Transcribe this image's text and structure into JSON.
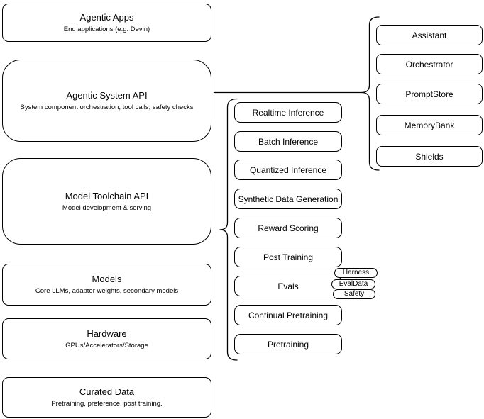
{
  "colors": {
    "stroke": "#000000",
    "canvas_background": "#ffffff",
    "node_fill": "#ffffff",
    "text": "#000000"
  },
  "layers": [
    {
      "title": "Agentic Apps",
      "subtitle": "End applications (e.g. Devin)"
    },
    {
      "title": "Agentic System API",
      "subtitle": "System component orchestration, tool calls, safety checks"
    },
    {
      "title": "Model Toolchain API",
      "subtitle": "Model development & serving"
    },
    {
      "title": "Models",
      "subtitle": "Core LLMs, adapter weights, secondary models"
    },
    {
      "title": "Hardware",
      "subtitle": "GPUs/Accelerators/Storage"
    },
    {
      "title": "Curated Data",
      "subtitle": "Pretraining, preference, post training."
    }
  ],
  "toolchain_components": [
    "Realtime Inference",
    "Batch Inference",
    "Quantized Inference",
    "Synthetic Data Generation",
    "Reward Scoring",
    "Post Training",
    "Evals",
    "Continual Pretraining",
    "Pretraining"
  ],
  "evals_tags": [
    "Harness",
    "EvalData",
    "Safety"
  ],
  "system_components": [
    "Assistant",
    "Orchestrator",
    "PromptStore",
    "MemoryBank",
    "Shields"
  ]
}
